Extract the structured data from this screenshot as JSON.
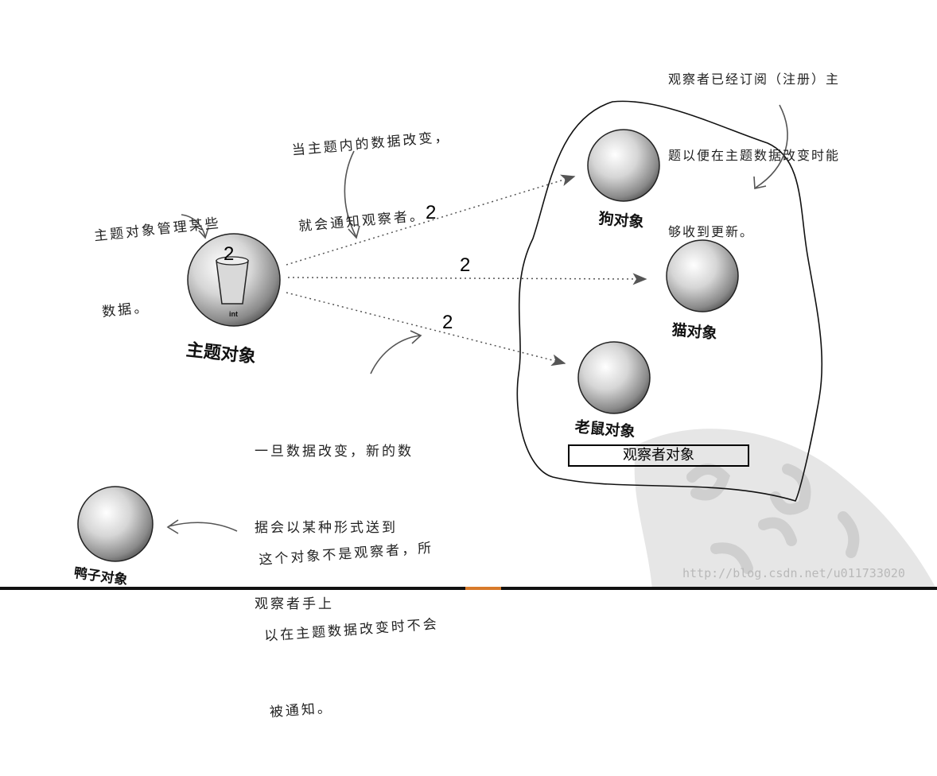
{
  "nodes": {
    "subject_label": "主题对象",
    "subject_cup_label": "int",
    "subject_value": "2",
    "dog_label": "狗对象",
    "cat_label": "猫对象",
    "mouse_label": "老鼠对象",
    "duck_label": "鸭子对象"
  },
  "edges": {
    "dog_value": "2",
    "cat_value": "2",
    "mouse_value": "2"
  },
  "notes": {
    "subject_manages": [
      "主题对象管理某些",
      "数据。"
    ],
    "data_change": [
      "当主题内的数据改变，",
      "就会通知观察者。"
    ],
    "observers_registered": [
      "观察者已经订阅（注册）主",
      "题以便在主题数据改变时能",
      "够收到更新。"
    ],
    "new_data_sent": [
      "一旦数据改变，新的数",
      "据会以某种形式送到",
      "观察者手上"
    ],
    "duck_not_observer": [
      "这个对象不是观察者，所",
      "以在主题数据改变时不会",
      "被通知。"
    ]
  },
  "observer_box_label": "观察者对象",
  "watermark": "http://blog.csdn.net/u011733020"
}
